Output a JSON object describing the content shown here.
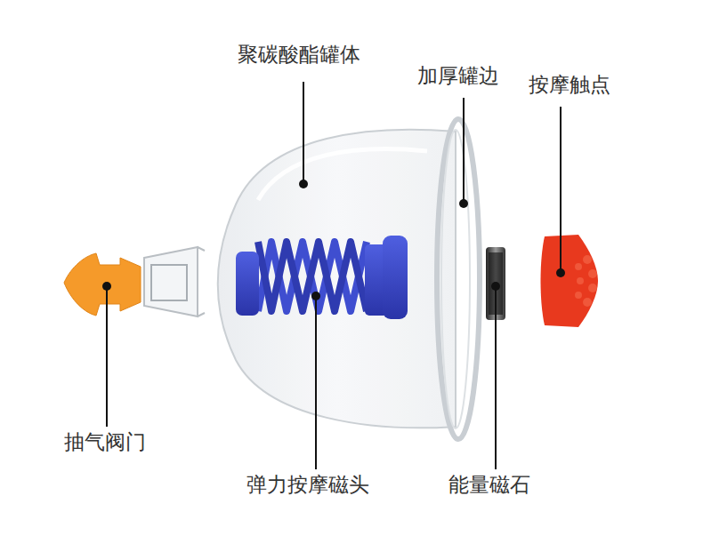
{
  "diagram": {
    "labels": [
      "聚碳酸酯罐体",
      "加厚罐边",
      "按摩触点",
      "抽气阀门",
      "弹力按摩磁头",
      "能量磁石"
    ]
  }
}
